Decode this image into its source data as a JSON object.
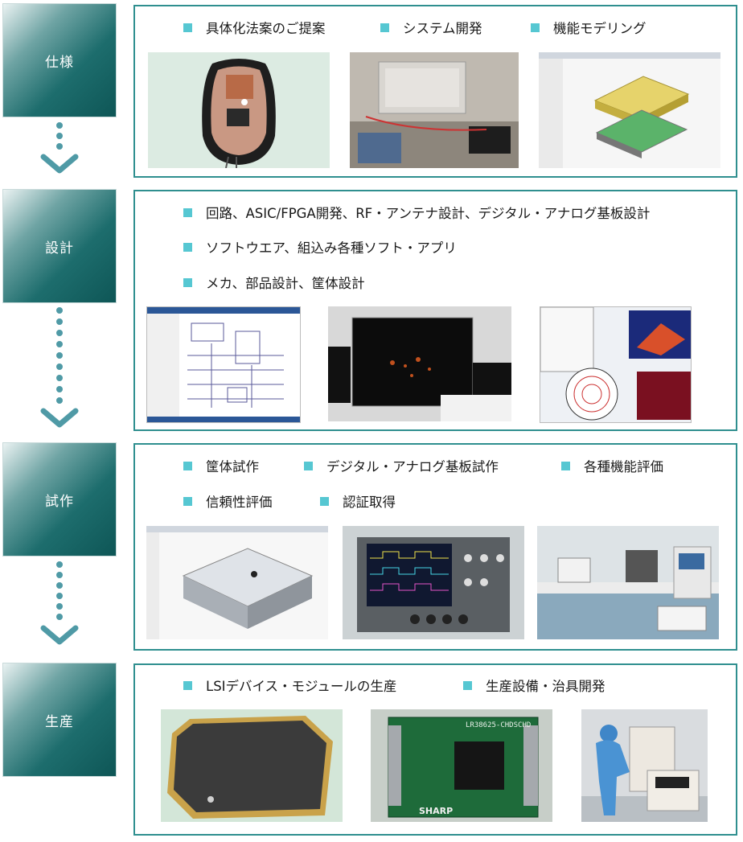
{
  "stages": [
    {
      "label": "仕様",
      "bullets": [
        "具体化法案のご提案",
        "システム開発",
        "機能モデリング"
      ]
    },
    {
      "label": "設計",
      "bullets": [
        "回路、ASIC/FPGA開発、RF・アンテナ設計、デジタル・アナログ基板設計",
        "ソフトウエア、組込み各種ソフト・アプリ",
        "メカ、部品設計、筐体設計"
      ]
    },
    {
      "label": "試作",
      "bullets": [
        "筐体試作",
        "デジタル・アナログ基板試作",
        "各種機能評価",
        "信頼性評価",
        "認証取得"
      ]
    },
    {
      "label": "生産",
      "bullets": [
        "LSIデバイス・モジュールの生産",
        "生産設備・治具開発"
      ]
    }
  ],
  "photo_labels": {
    "board_brand": "SHARP",
    "board_model": "LR38625-CHDSCHD"
  },
  "colors": {
    "stage_dark": "#0e5656",
    "panel_border": "#2f8f8f",
    "bullet": "#56c7d2",
    "connector": "#4f9aa6"
  }
}
